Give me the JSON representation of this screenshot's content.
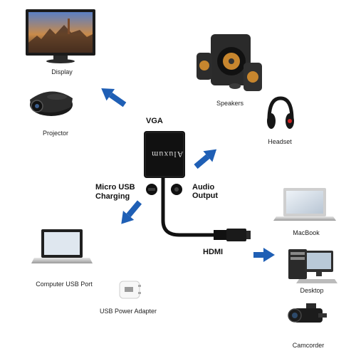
{
  "device": {
    "brand": "Aluxum"
  },
  "ports": {
    "vga": "VGA",
    "micro_usb": [
      "Micro USB",
      "Charging"
    ],
    "audio_output": [
      "Audio",
      "Output"
    ],
    "hdmi": "HDMI"
  },
  "devices": {
    "display": "Display",
    "projector": "Projector",
    "speakers": "Speakers",
    "headset": "Headset",
    "macbook": "MacBook",
    "desktop": "Desktop",
    "camcorder": "Camcorder",
    "computer_usb_port": "Computer USB Port",
    "usb_power_adapter": "USB Power Adapter"
  },
  "colors": {
    "arrow": "#1f5fb5",
    "device_body": "#111111"
  }
}
